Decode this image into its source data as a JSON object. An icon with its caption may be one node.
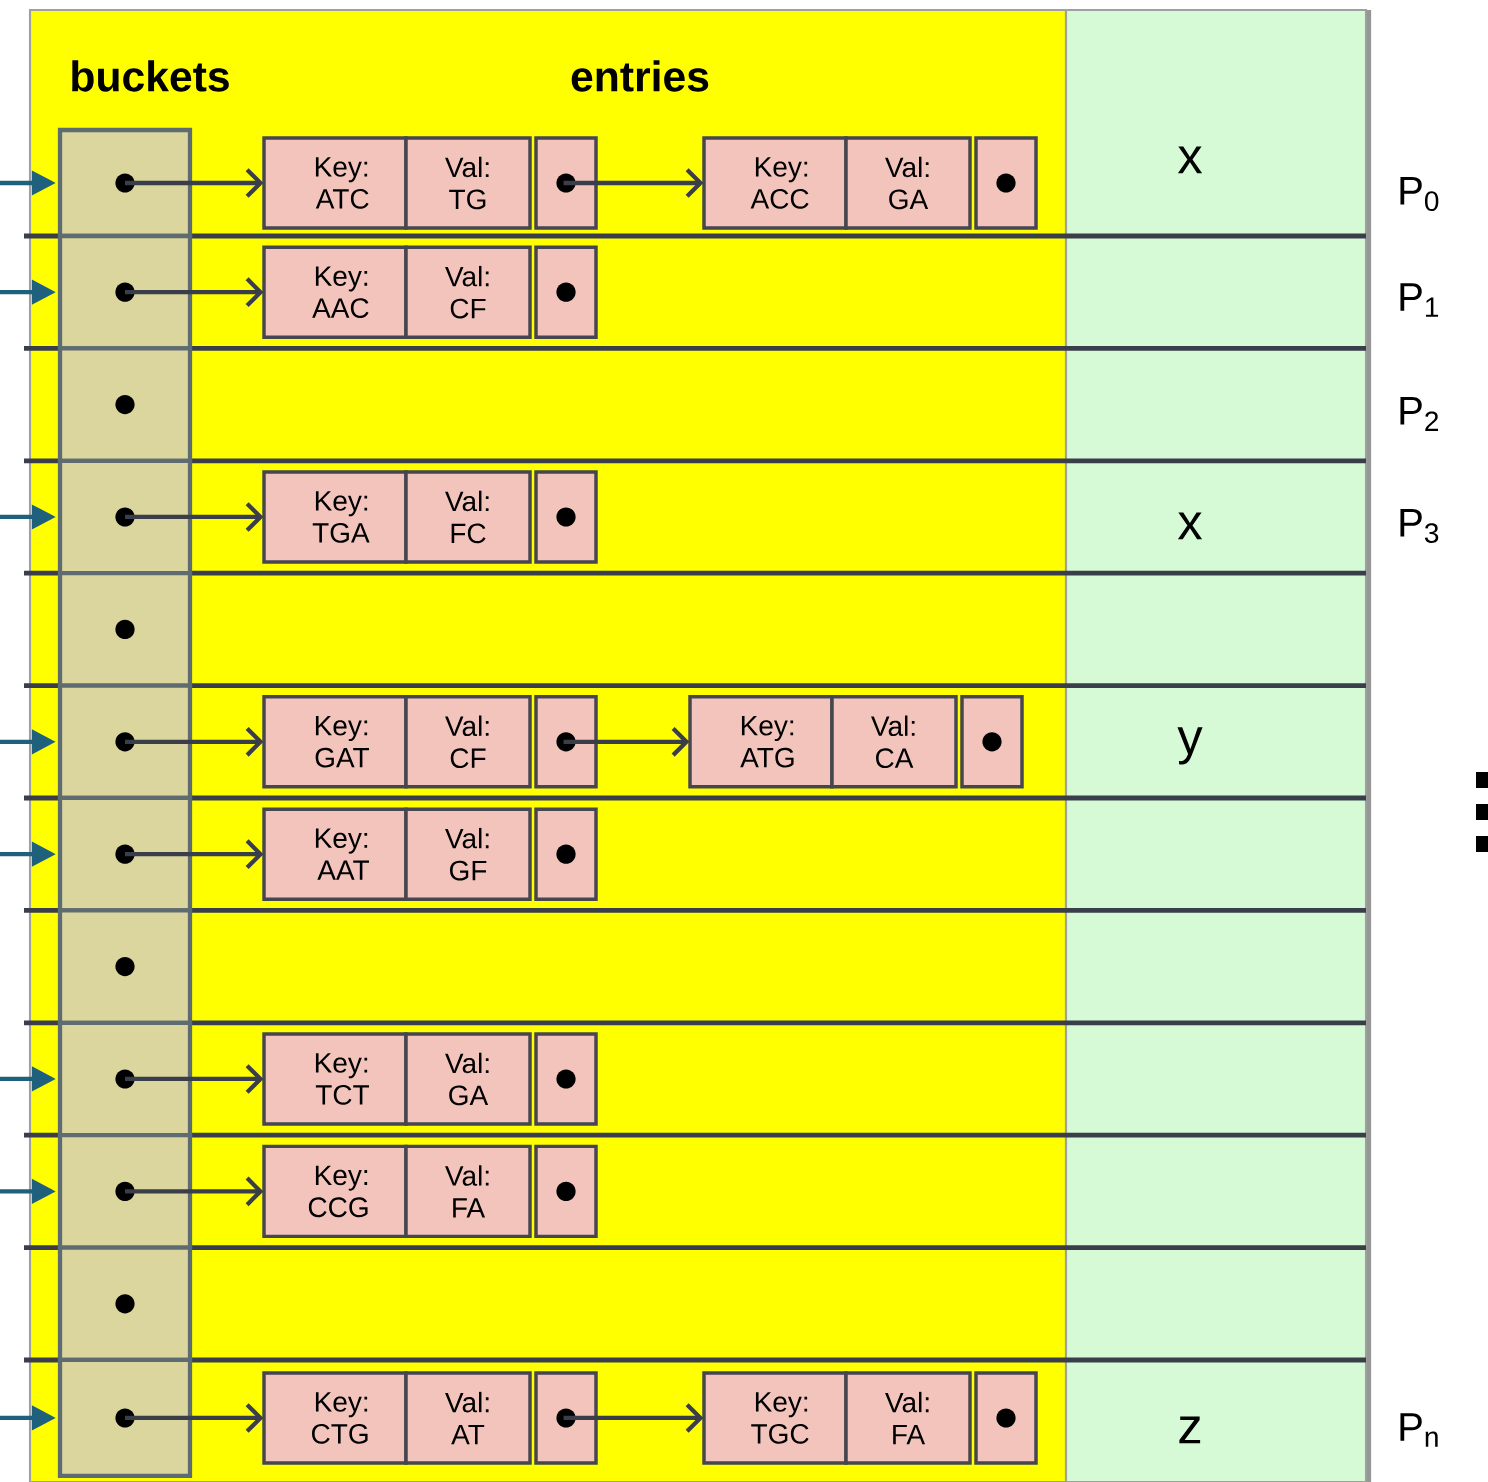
{
  "diagram": {
    "nodes": [
      {
        "text": [],
        "shape": "box"
      },
      {
        "text": [],
        "shape": "box"
      },
      {
        "text": [],
        "shape": "box"
      },
      {
        "text": [],
        "shape": "box"
      },
      {
        "text": [],
        "shape": "box"
      },
      {
        "text": [],
        "shape": "box"
      },
      {
        "text": [],
        "shape": "box"
      },
      {
        "text": [],
        "shape": "box"
      },
      {
        "text": [],
        "shape": "box"
      },
      {
        "text": [],
        "shape": "box"
      },
      {
        "text": [],
        "shape": "box"
      },
      {
        "text": [],
        "shape": "box"
      },
      {
        "text": [
          "Key: ATC",
          "Val: TG"
        ]
      },
      {
        "text": [
          "Key: ACC",
          "Val: GA"
        ]
      },
      {
        "text": [
          "Key: AAC",
          "Val: CF"
        ]
      },
      {
        "text": [
          "Key: TGA",
          "Val: FC"
        ]
      },
      {
        "text": [
          "Key: GAT",
          "Val: CF"
        ]
      },
      {
        "text": [
          "Key: ATG",
          "Val: CA"
        ]
      },
      {
        "text": [
          "Key: AAT",
          "Val: GF"
        ]
      },
      {
        "text": [
          "Key: TCT",
          "Val: GA"
        ]
      },
      {
        "text": [
          "Key: CCG",
          "Val: FA"
        ]
      },
      {
        "text": [
          "Key: CTG",
          "Val: AT"
        ]
      },
      {
        "text": [
          "Key: TGC",
          "Val: FA"
        ]
      }
    ],
    "edges": [
      {
        "from": null,
        "to": 0,
        "arrow": "to",
        "color": "#1f607c"
      },
      {
        "from": null,
        "to": 1,
        "arrow": "to",
        "color": "#1f607c"
      },
      {
        "from": null,
        "to": 3,
        "arrow": "to",
        "color": "#1f607c"
      },
      {
        "from": null,
        "to": 5,
        "arrow": "to",
        "color": "#1f607c"
      },
      {
        "from": null,
        "to": 6,
        "arrow": "to",
        "color": "#1f607c"
      },
      {
        "from": null,
        "to": 8,
        "arrow": "to",
        "color": "#1f607c"
      },
      {
        "from": null,
        "to": 9,
        "arrow": "to",
        "color": "#1f607c"
      },
      {
        "from": null,
        "to": 11,
        "arrow": "to",
        "color": "#1f607c"
      },
      {
        "from": 0,
        "to": 12,
        "arrow": "to"
      },
      {
        "from": 12,
        "to": 13,
        "arrow": "to"
      },
      {
        "from": 1,
        "to": 14,
        "arrow": "to"
      },
      {
        "from": 3,
        "to": 15,
        "arrow": "to"
      },
      {
        "from": 5,
        "to": 16,
        "arrow": "to"
      },
      {
        "from": 16,
        "to": 17,
        "arrow": "to"
      },
      {
        "from": 6,
        "to": 18,
        "arrow": "to"
      },
      {
        "from": 8,
        "to": 19,
        "arrow": "to"
      },
      {
        "from": 9,
        "to": 20,
        "arrow": "to"
      },
      {
        "from": 11,
        "to": 21,
        "arrow": "to"
      },
      {
        "from": 21,
        "to": 22,
        "arrow": "to"
      }
    ],
    "labels": [
      "buckets",
      "entries",
      "x",
      "P$_{0}$",
      "P$_{1}$",
      "P$_{2}$",
      "x",
      "P$_{3}$",
      "y",
      "z",
      "P$_{n}$"
    ]
  }
}
